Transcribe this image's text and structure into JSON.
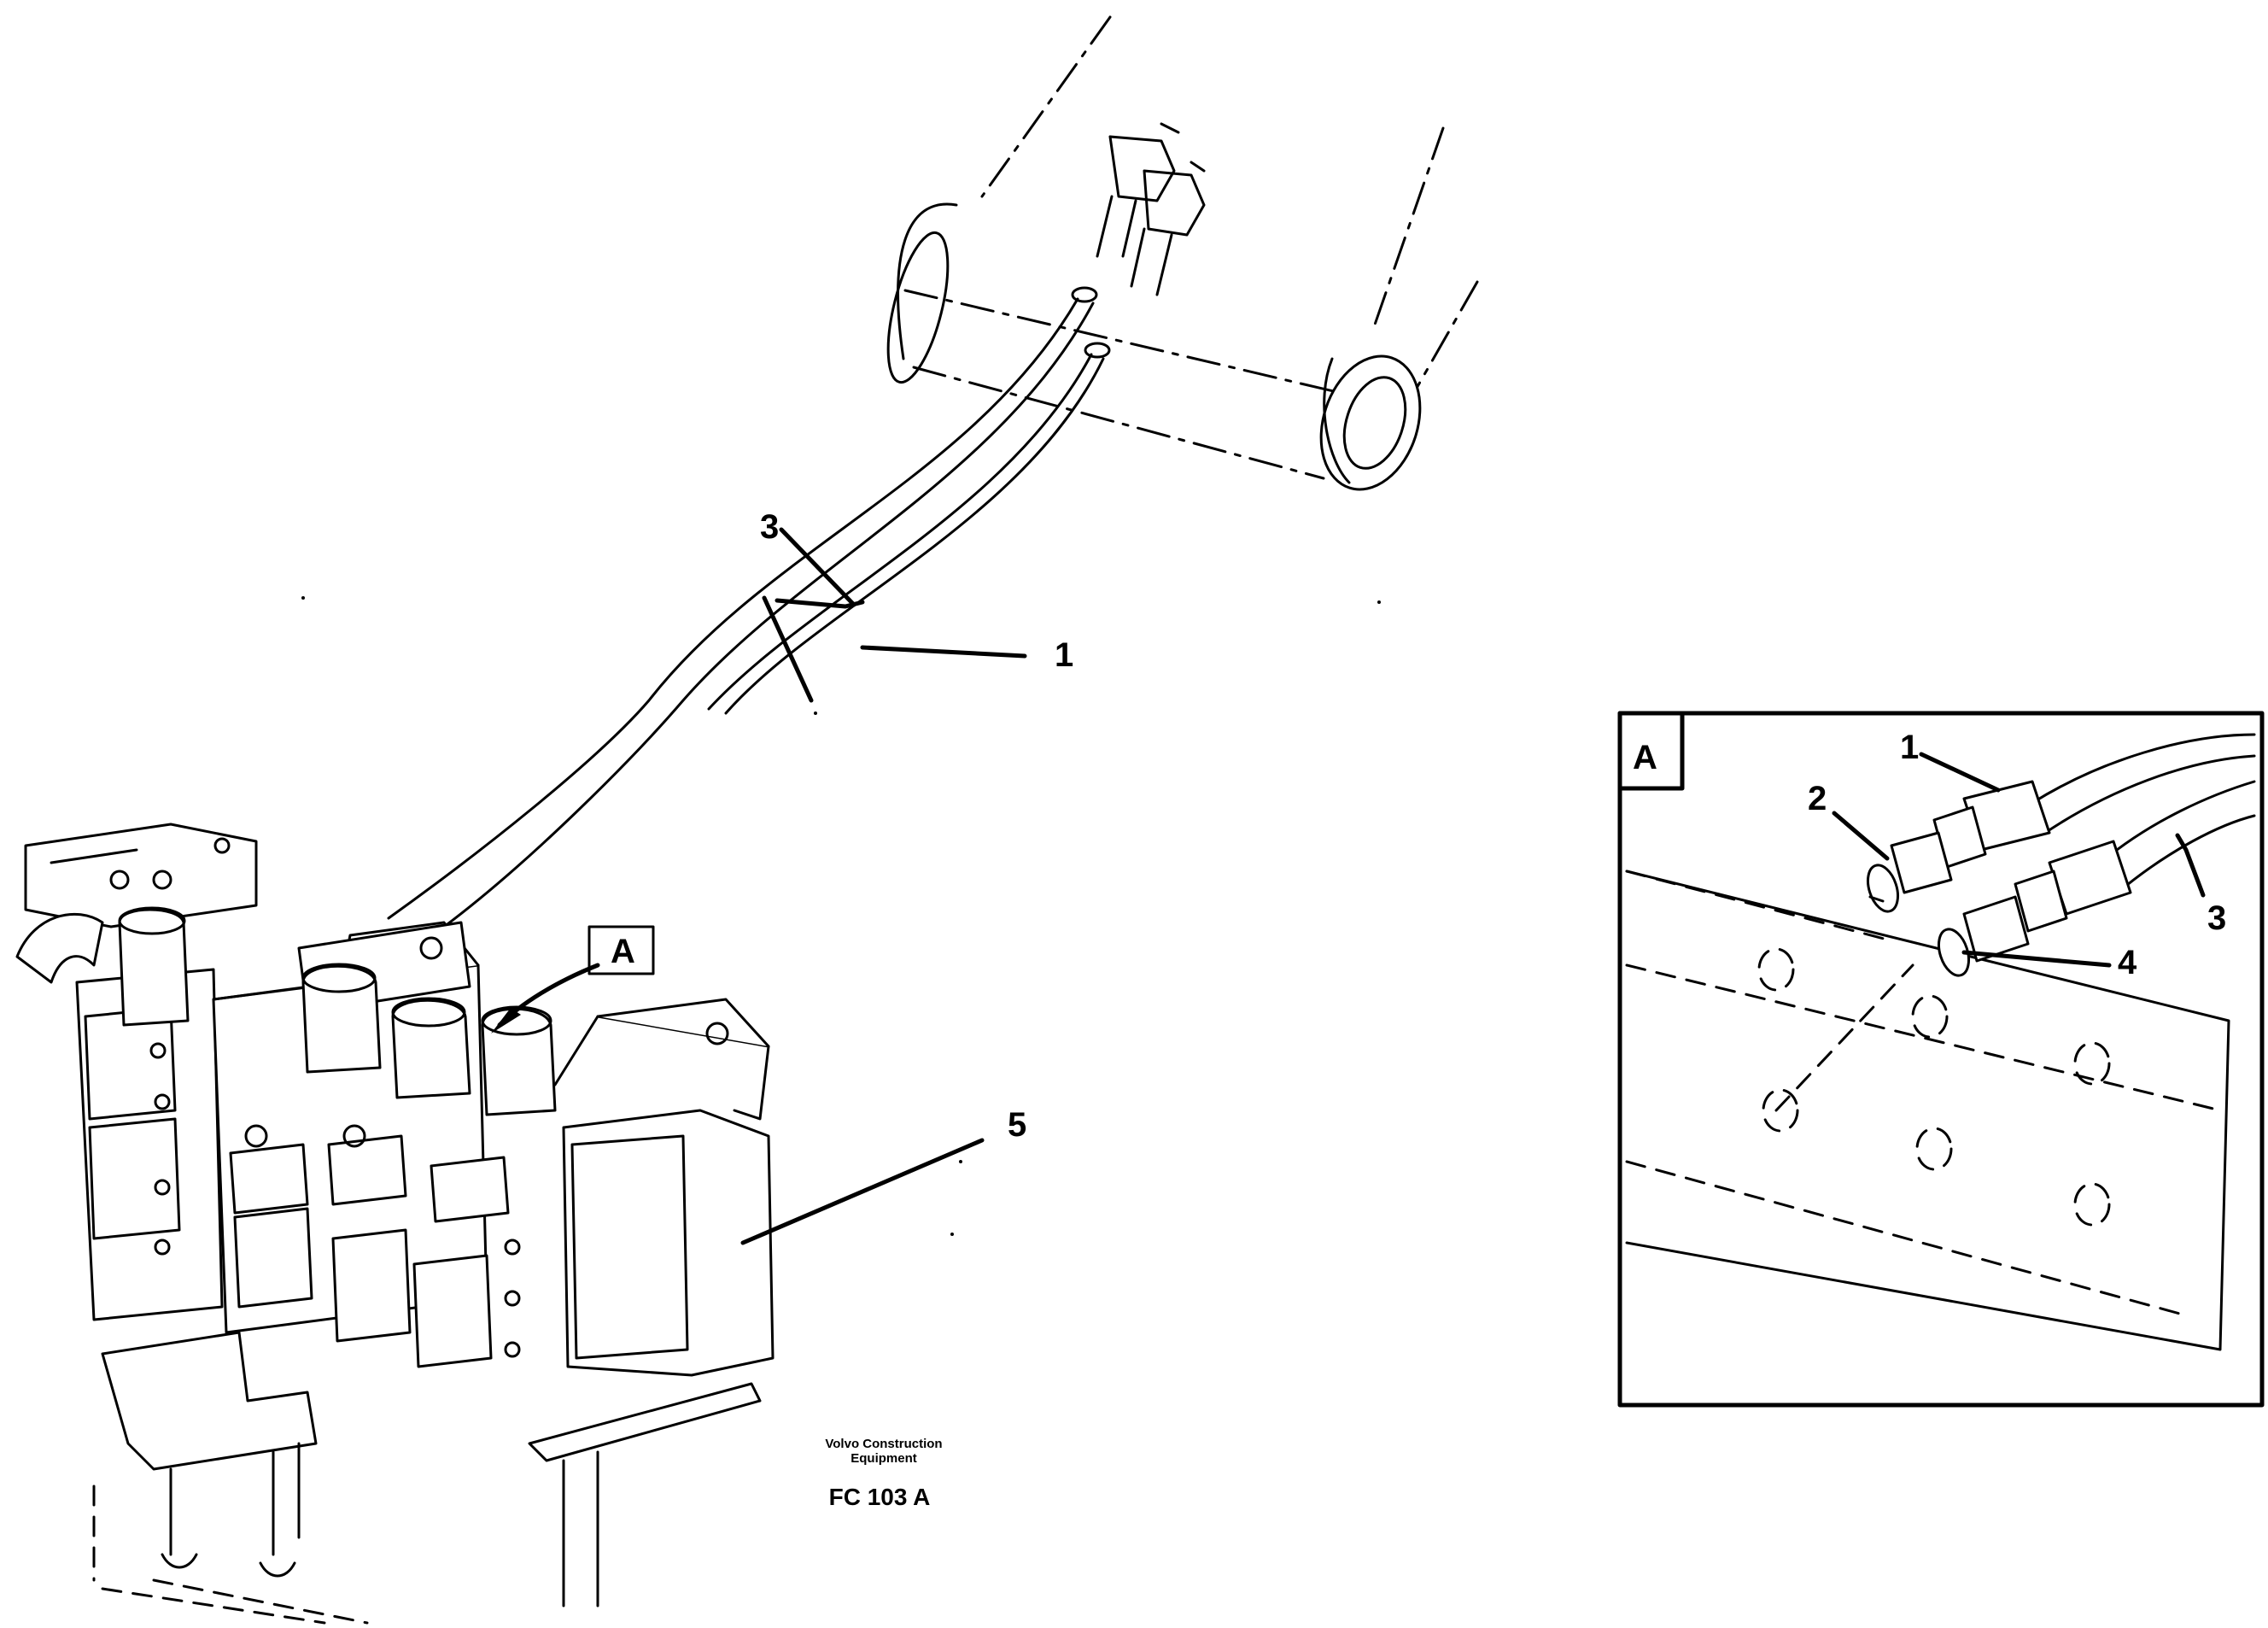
{
  "callouts": {
    "hose_1": "1",
    "hose_3": "3",
    "valve_5": "5",
    "view_ref": "A"
  },
  "detail": {
    "title": "A",
    "labels": {
      "item1": "1",
      "item2": "2",
      "item3": "3",
      "item4": "4"
    }
  },
  "footer": {
    "credit_line1": "Volvo Construction",
    "credit_line2": "Equipment",
    "figure_code": "FC 103 A"
  }
}
